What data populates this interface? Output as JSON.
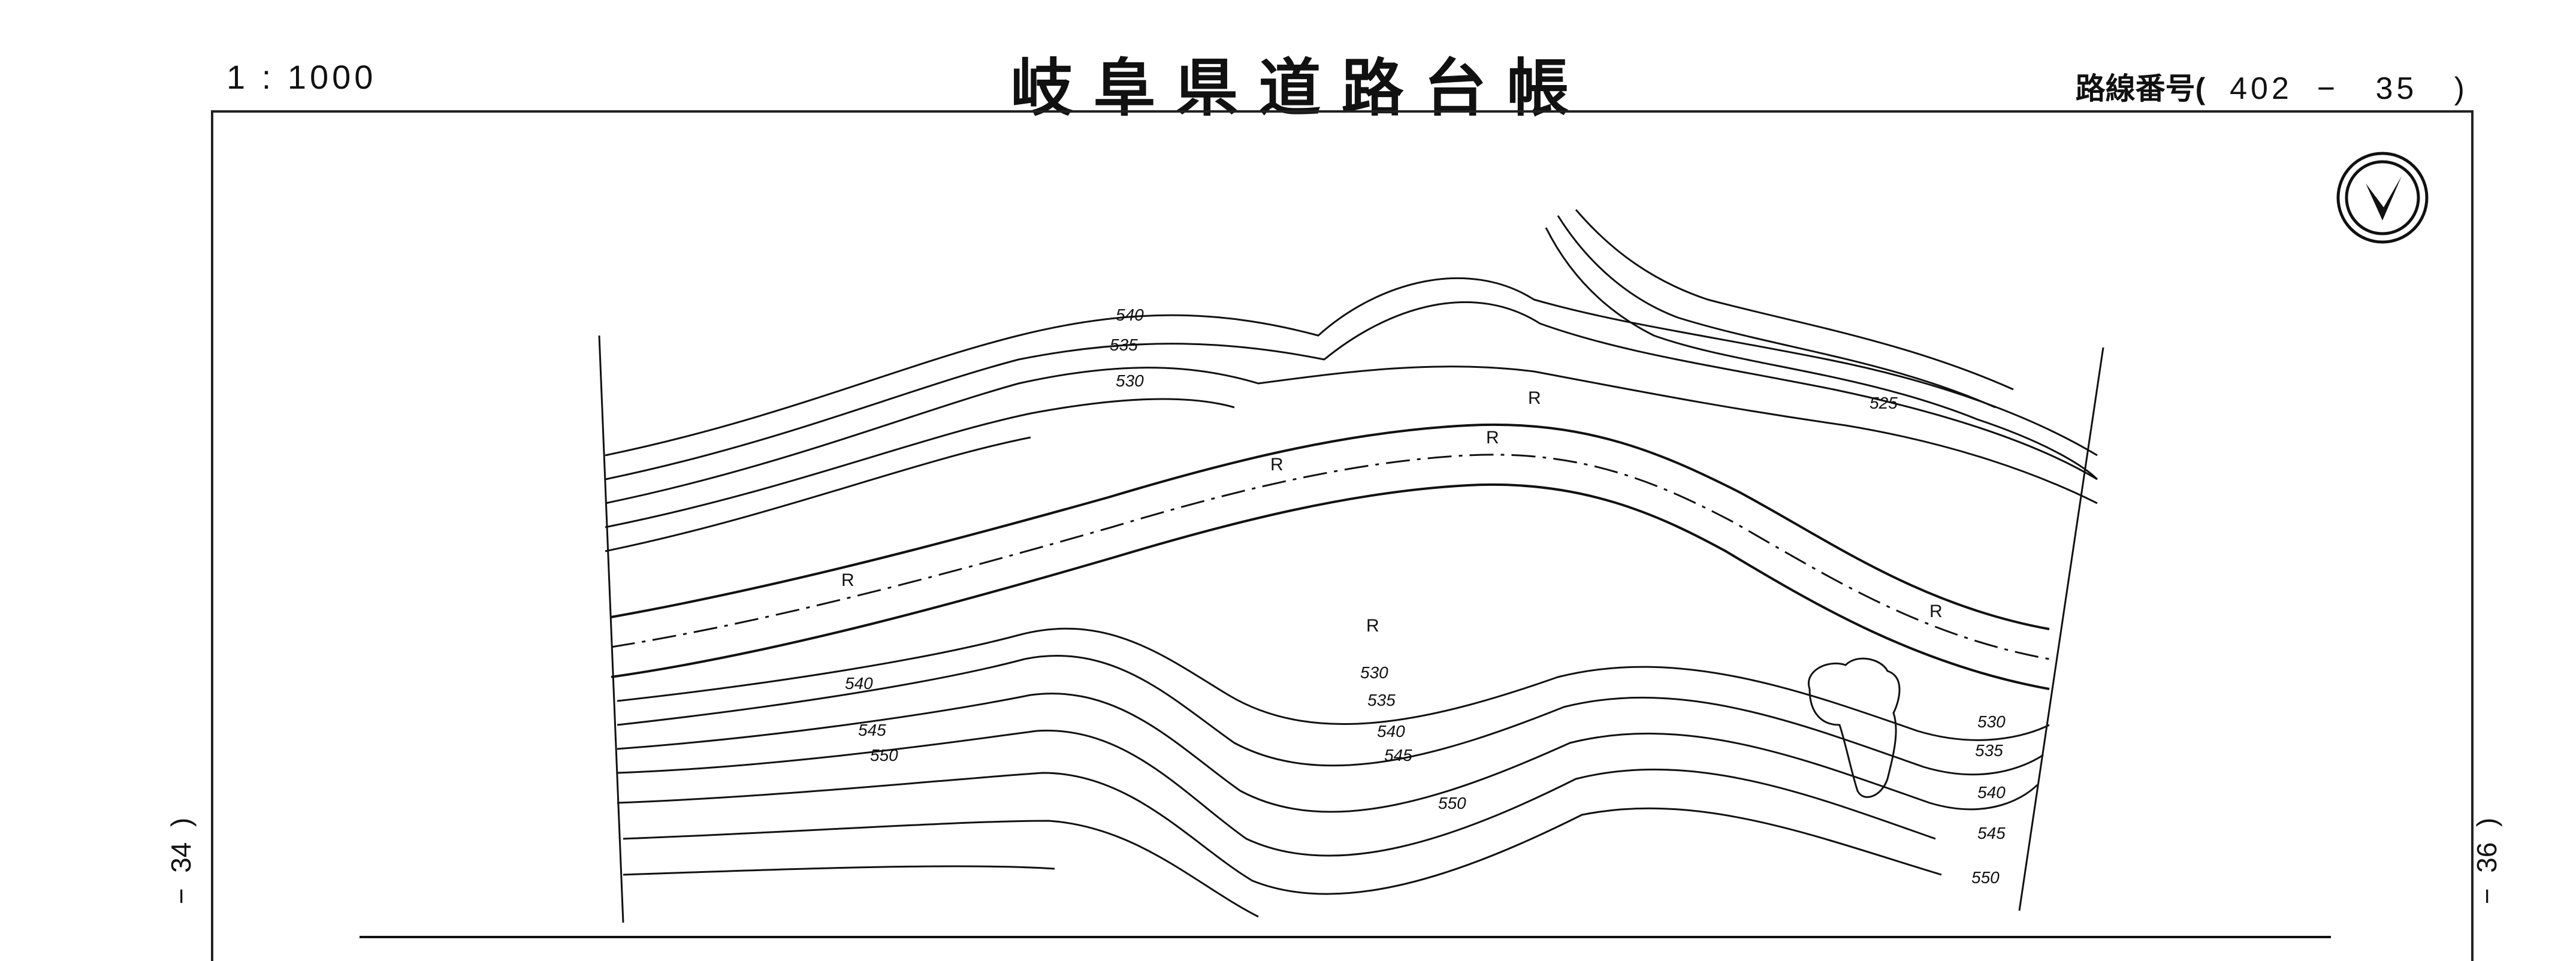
{
  "header": {
    "scale": "1 : 1000",
    "title": "岐阜県道路台帳",
    "route_label": "路線番号(",
    "route_number": "  402  −   35   )"
  },
  "sheet_refs": {
    "left": "−  34  )",
    "right": "−  36  )"
  },
  "map": {
    "north_arrow_icon": "north-arrow-icon",
    "contour_labels": {
      "c540_top": "540",
      "c535_top": "535",
      "c530_top": "530",
      "c525": "525",
      "c540_left": "540",
      "c545_left": "545",
      "c550_left": "550",
      "c530_mid": "530",
      "c535_mid": "535",
      "c540_mid": "540",
      "c545_mid": "545",
      "c550_mid": "550",
      "c530_right": "530",
      "c535_right": "535",
      "c540_right": "540",
      "c545_right": "545",
      "c550_right": "550"
    },
    "retaining_wall_mark": "R"
  }
}
